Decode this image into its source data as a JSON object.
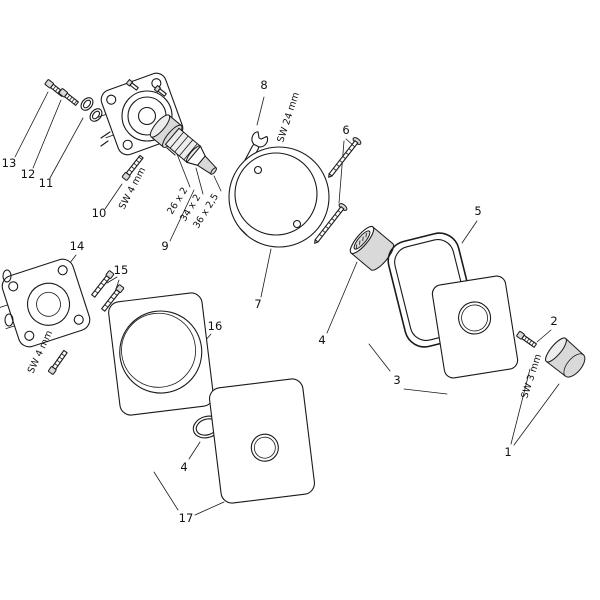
{
  "colors": {
    "background": "#ffffff",
    "line": "#1a1a1a",
    "metal": "#d9d9d9"
  },
  "diagram": {
    "part_labels": {
      "n1": "1",
      "n2": "2",
      "n3": "3",
      "n4a": "4",
      "n4b": "4",
      "n5": "5",
      "n6": "6",
      "n7": "7",
      "n8": "8",
      "n9": "9",
      "n10": "10",
      "n11": "11",
      "n12": "12",
      "n13": "13",
      "n14": "14",
      "n15": "15",
      "n16": "16",
      "n17": "17"
    },
    "annotations": {
      "sw24": "SW 24 mm",
      "sw4_top": "SW 4 mm",
      "sw4_left": "SW 4 mm",
      "sw3": "SW 3 mm",
      "dim26": "26 x 2",
      "dim34": "34 x 2",
      "dim36": "36 x 2,5"
    }
  }
}
